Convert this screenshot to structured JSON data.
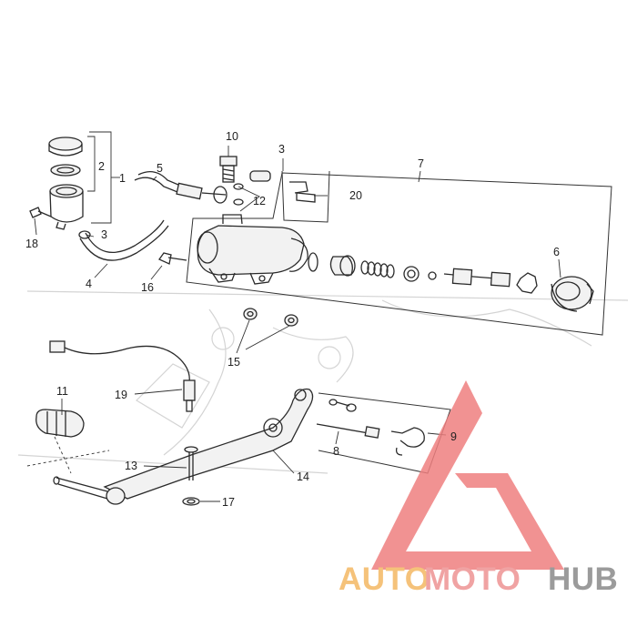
{
  "callouts": [
    {
      "id": "c1",
      "text": "1"
    },
    {
      "id": "c2",
      "text": "2"
    },
    {
      "id": "c3a",
      "text": "3"
    },
    {
      "id": "c3b",
      "text": "3"
    },
    {
      "id": "c4",
      "text": "4"
    },
    {
      "id": "c5",
      "text": "5"
    },
    {
      "id": "c6",
      "text": "6"
    },
    {
      "id": "c7",
      "text": "7"
    },
    {
      "id": "c8",
      "text": "8"
    },
    {
      "id": "c9",
      "text": "9"
    },
    {
      "id": "c10",
      "text": "10"
    },
    {
      "id": "c11",
      "text": "11"
    },
    {
      "id": "c12",
      "text": "12"
    },
    {
      "id": "c13",
      "text": "13"
    },
    {
      "id": "c14",
      "text": "14"
    },
    {
      "id": "c15",
      "text": "15"
    },
    {
      "id": "c16",
      "text": "16"
    },
    {
      "id": "c17",
      "text": "17"
    },
    {
      "id": "c18",
      "text": "18"
    },
    {
      "id": "c19",
      "text": "19"
    },
    {
      "id": "c20",
      "text": "20"
    }
  ],
  "watermark": {
    "text_part1": "AUTO",
    "text_part2": "MOTO",
    "text_part3": "HUB",
    "color_part1": "#f5c27a",
    "color_part2": "#f0a3a3",
    "color_part3": "#9b9b9b",
    "logo_color": "#ee7f7f"
  }
}
